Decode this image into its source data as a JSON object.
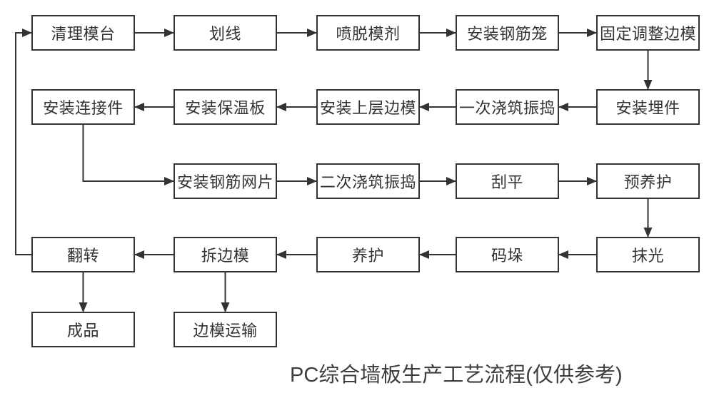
{
  "diagram": {
    "title": "PC综合墙板生产工艺流程(仅供参考)",
    "colors": {
      "line": "#333333",
      "box_border": "#333333",
      "box_fill": "#ffffff",
      "text": "#333333"
    },
    "nodes": [
      {
        "id": "clean-mold-platform",
        "label": "清理模台"
      },
      {
        "id": "marking",
        "label": "划线"
      },
      {
        "id": "spray-release-agent",
        "label": "喷脱模剂"
      },
      {
        "id": "install-rebar-cage",
        "label": "安装钢筋笼"
      },
      {
        "id": "fix-adjust-side-forms",
        "label": "固定调整边模"
      },
      {
        "id": "install-connectors",
        "label": "安装连接件"
      },
      {
        "id": "install-insulation-board",
        "label": "安装保温板"
      },
      {
        "id": "install-upper-side-forms",
        "label": "安装上层边模"
      },
      {
        "id": "first-pour-vibrate",
        "label": "一次浇筑振捣"
      },
      {
        "id": "install-embedded-parts",
        "label": "安装埋件"
      },
      {
        "id": "install-rebar-mesh",
        "label": "安装钢筋网片"
      },
      {
        "id": "second-pour-vibrate",
        "label": "二次浇筑振捣"
      },
      {
        "id": "screeding",
        "label": "刮平"
      },
      {
        "id": "pre-curing",
        "label": "预养护"
      },
      {
        "id": "flipping",
        "label": "翻转"
      },
      {
        "id": "remove-side-forms",
        "label": "拆边模"
      },
      {
        "id": "curing",
        "label": "养护"
      },
      {
        "id": "stacking",
        "label": "码垛"
      },
      {
        "id": "polishing",
        "label": "抹光"
      },
      {
        "id": "finished-product",
        "label": "成品"
      },
      {
        "id": "side-form-transport",
        "label": "边模运输"
      }
    ],
    "edges": [
      {
        "from": "clean-mold-platform",
        "to": "marking"
      },
      {
        "from": "marking",
        "to": "spray-release-agent"
      },
      {
        "from": "spray-release-agent",
        "to": "install-rebar-cage"
      },
      {
        "from": "install-rebar-cage",
        "to": "fix-adjust-side-forms"
      },
      {
        "from": "fix-adjust-side-forms",
        "to": "install-embedded-parts"
      },
      {
        "from": "install-embedded-parts",
        "to": "first-pour-vibrate"
      },
      {
        "from": "first-pour-vibrate",
        "to": "install-upper-side-forms"
      },
      {
        "from": "install-upper-side-forms",
        "to": "install-insulation-board"
      },
      {
        "from": "install-insulation-board",
        "to": "install-connectors"
      },
      {
        "from": "install-connectors",
        "to": "install-rebar-mesh"
      },
      {
        "from": "install-rebar-mesh",
        "to": "second-pour-vibrate"
      },
      {
        "from": "second-pour-vibrate",
        "to": "screeding"
      },
      {
        "from": "screeding",
        "to": "pre-curing"
      },
      {
        "from": "pre-curing",
        "to": "polishing"
      },
      {
        "from": "polishing",
        "to": "stacking"
      },
      {
        "from": "stacking",
        "to": "curing"
      },
      {
        "from": "curing",
        "to": "remove-side-forms"
      },
      {
        "from": "remove-side-forms",
        "to": "flipping"
      },
      {
        "from": "flipping",
        "to": "clean-mold-platform"
      },
      {
        "from": "flipping",
        "to": "finished-product"
      },
      {
        "from": "remove-side-forms",
        "to": "side-form-transport"
      }
    ]
  }
}
